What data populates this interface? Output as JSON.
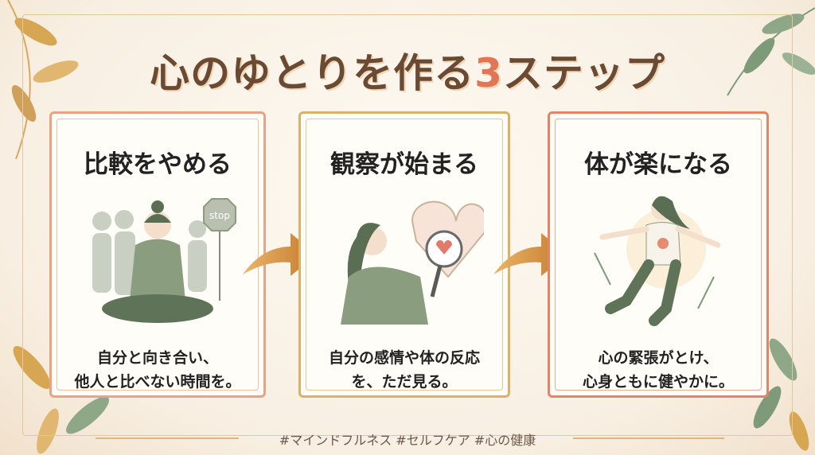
{
  "title": {
    "main": "心のゆとりを作る",
    "number": "3",
    "suffix": "ステップ"
  },
  "steps": [
    {
      "heading": "比較をやめる",
      "line1": "自分と向き合い、",
      "line2": "他人と比べない時間を。",
      "sign": "stop"
    },
    {
      "heading": "観察が始まる",
      "line1": "自分の感情や体の反応",
      "line2": "を、ただ見る。"
    },
    {
      "heading": "体が楽になる",
      "line1": "心の緊張がとけ、",
      "line2": "心身ともに健やかに。"
    }
  ],
  "hashtags": "#マインドフルネス #セルフケア #心の健康",
  "colors": {
    "title": "#6b4a33",
    "accent": "#e07656",
    "card1": "#eba284",
    "card2": "#d9b168",
    "card3": "#e48466",
    "figure": "#8a9e7f"
  }
}
